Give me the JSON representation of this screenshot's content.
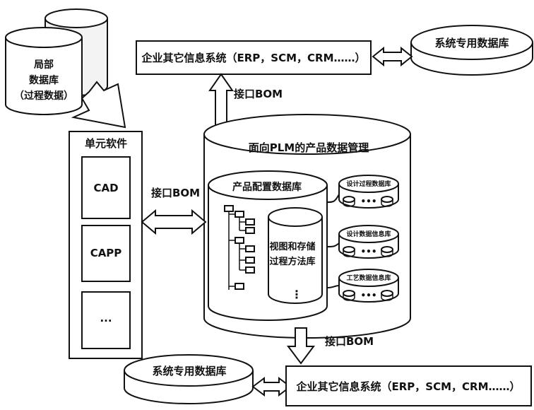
{
  "local_db": {
    "line1": "局部",
    "line2": "数据库",
    "line3": "（过程数据）"
  },
  "unit_software": {
    "title": "单元软件",
    "items": [
      "CAD",
      "CAPP",
      "..."
    ]
  },
  "top_system": {
    "label": "企业其它信息系统（ERP，SCM，CRM……）"
  },
  "bottom_system": {
    "label": "企业其它信息系统（ERP，SCM，CRM……）"
  },
  "top_special_db": {
    "label": "系统专用数据库"
  },
  "bottom_special_db": {
    "label": "系统专用数据库"
  },
  "interfaces": {
    "top": "接口BOM",
    "left": "接口BOM",
    "bottom": "接口BOM"
  },
  "plm": {
    "title": "面向PLM的产品数据管理",
    "config_db": "产品配置数据库",
    "view_store_line1": "视图和存储",
    "view_store_line2": "过程方法库",
    "ellipsis": "⋮",
    "right_dbs": [
      {
        "label": "设计过程数据库",
        "dots": "•••"
      },
      {
        "label": "设计数据信息库",
        "dots": "•••"
      },
      {
        "label": "工艺数据信息库",
        "dots": "•••"
      }
    ]
  }
}
